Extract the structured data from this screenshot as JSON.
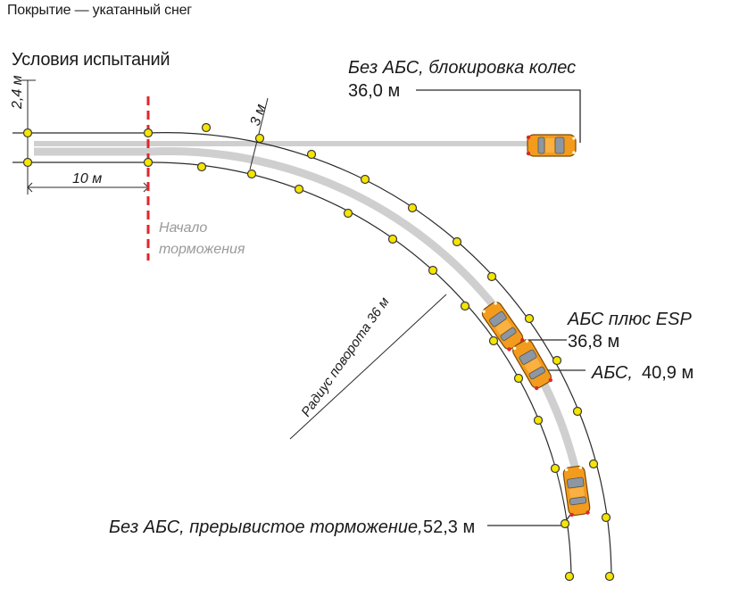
{
  "header": {
    "surface": "Покрытие — укатанный снег",
    "conditions": "Условия испытаний"
  },
  "dims": {
    "lane_width": "2,4 м",
    "approach": "10 м",
    "offset": "3 м",
    "radius": "Радиус поворота 36 м",
    "braking_start_1": "Начало",
    "braking_start_2": "торможения"
  },
  "results": {
    "no_abs_lock_label": "Без АБС, блокировка колес",
    "no_abs_lock_value": "36,0 м",
    "abs_esp_label": "АБС плюс ESP",
    "abs_esp_value": "36,8 м",
    "abs_label": "АБС,",
    "abs_value": "40,9 м",
    "no_abs_pulse_label": "Без АБС, прерывистое торможение,",
    "no_abs_pulse_value": "52,3 м"
  },
  "colors": {
    "cone": "#f5e500",
    "braking_line": "#e2262b",
    "car_body": "#f39b1c",
    "path": "#cfcfcf"
  },
  "icons": [
    "car-icon",
    "cone-marker-icon"
  ]
}
